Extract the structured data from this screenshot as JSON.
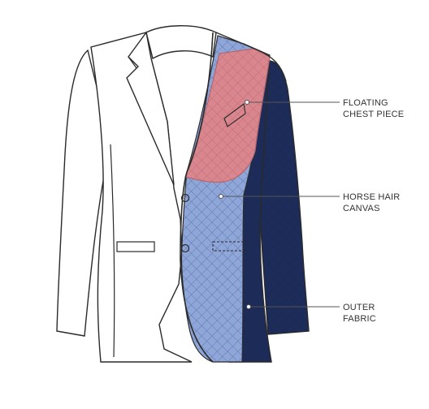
{
  "labels": {
    "chest_piece": {
      "line1": "FLOATING",
      "line2": "CHEST PIECE"
    },
    "canvas": {
      "line1": "HORSE HAIR",
      "line2": "CANVAS"
    },
    "outer": {
      "line1": "OUTER",
      "line2": "FABRIC"
    }
  },
  "colors": {
    "outline": "#2a2a2a",
    "navy": "#1c2b57",
    "canvas_blue": "#8fa6d8",
    "chest_pink": "#d9868e",
    "label_text": "#333333",
    "leader_line": "#555555"
  }
}
